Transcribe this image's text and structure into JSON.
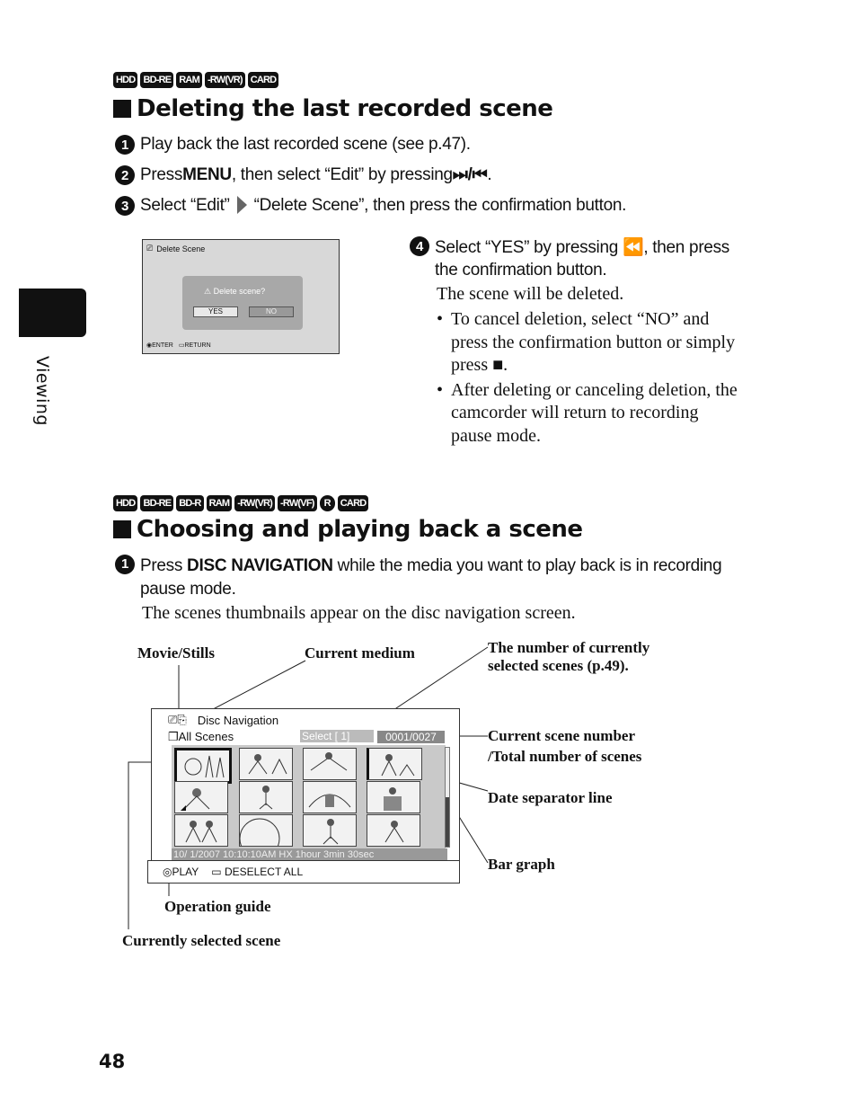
{
  "section1": {
    "badges": [
      "HDD",
      "BD-RE",
      "RAM",
      "-RW(VR)",
      "CARD"
    ],
    "title": "Deleting the last recorded scene",
    "steps": [
      {
        "num": "1",
        "text": "Play back the last recorded scene (see p.47)."
      },
      {
        "num": "2",
        "pre": "Press ",
        "key": "MENU",
        "post": ", then select “Edit” by pressing ",
        "symbol": "⏭/⏮",
        "end": "."
      },
      {
        "num": "3",
        "pre": "Select “Edit” ",
        "post": " “Delete Scene”, then press the confirmation button."
      },
      {
        "num": "4",
        "text": "Select “YES” by pressing ⏪, then press the confirmation button."
      }
    ],
    "result": "The scene will be deleted.",
    "bullets": [
      "To cancel deletion, select “NO” and press the confirmation button or simply press ■.",
      "After deleting or canceling deletion, the camcorder will return to recording pause mode."
    ],
    "screen": {
      "header": "Delete  Scene",
      "dialog": "Delete  scene?",
      "yes": "YES",
      "no": "NO",
      "enter": "ENTER",
      "return": "RETURN"
    }
  },
  "section2": {
    "badges": [
      "HDD",
      "BD-RE",
      "BD-R",
      "RAM",
      "-RW(VR)",
      "-RW(VF)",
      "R",
      "CARD"
    ],
    "title": "Choosing and playing back a scene",
    "step1_pre": "Press ",
    "step1_key": "DISC NAVIGATION",
    "step1_post": " while the media you want to play back is in recording pause mode.",
    "note": "The scenes thumbnails appear on the disc navigation screen.",
    "screen": {
      "header": "Disc  Navigation",
      "tab": "All Scenes",
      "select": "Select [    1]",
      "counter": "0001/0027",
      "status": "10/  1/2007   10:10:10AM   HX  1hour 3min 30sec",
      "play": "PLAY",
      "deselect": "DESELECT ALL"
    },
    "callouts": {
      "movie_stills": "Movie/Stills",
      "current_medium": "Current medium",
      "num_selected": "The number of currently selected scenes (p.49).",
      "scene_number": "Current scene number /Total number of scenes",
      "date_sep": "Date separator line",
      "bar_graph": "Bar graph",
      "op_guide": "Operation guide",
      "cur_scene": "Currently selected scene"
    }
  },
  "sidebar": {
    "label": "Viewing"
  },
  "page_number": "48"
}
